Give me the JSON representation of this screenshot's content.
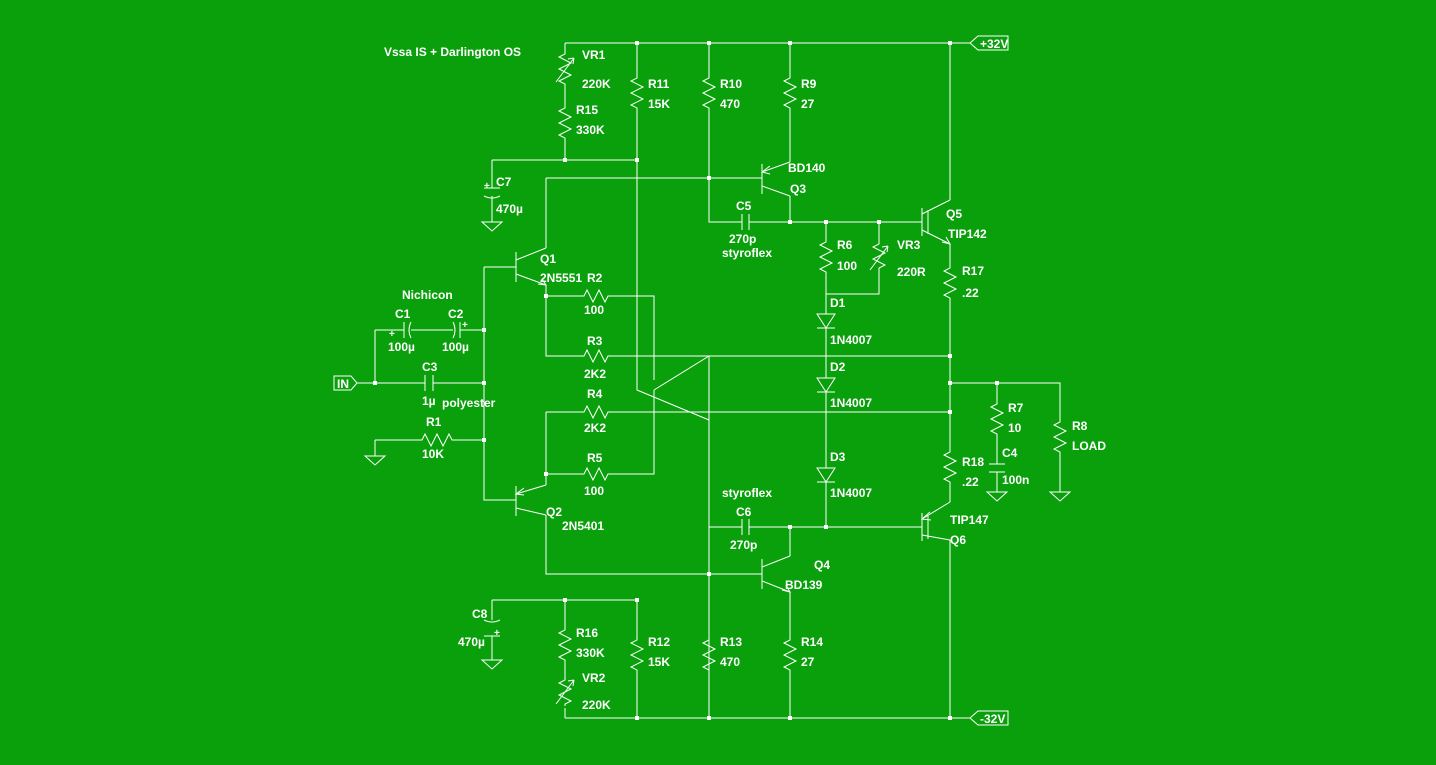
{
  "title": "Vssa IS + Darlington OS",
  "colors": {
    "background": "#0aa00c",
    "wire": "#ffffff",
    "text": "#ffffff"
  },
  "rails": {
    "positive": "+32V",
    "negative": "-32V",
    "input": "IN"
  },
  "notes": {
    "nichicon": "Nichicon",
    "polyester": "polyester",
    "styroflex_c5": "styroflex",
    "styroflex_c6": "styroflex"
  },
  "components": {
    "VR1": {
      "ref": "VR1",
      "value": "220K"
    },
    "R15": {
      "ref": "R15",
      "value": "330K"
    },
    "R11": {
      "ref": "R11",
      "value": "15K"
    },
    "R10": {
      "ref": "R10",
      "value": "470"
    },
    "R9": {
      "ref": "R9",
      "value": "27"
    },
    "C7": {
      "ref": "C7",
      "value": "470µ"
    },
    "Q3": {
      "ref": "Q3",
      "value": "BD140"
    },
    "C5": {
      "ref": "C5",
      "value": "270p"
    },
    "Q5": {
      "ref": "Q5",
      "value": "TIP142"
    },
    "R6": {
      "ref": "R6",
      "value": "100"
    },
    "VR3": {
      "ref": "VR3",
      "value": "220R"
    },
    "R17": {
      "ref": "R17",
      "value": ".22"
    },
    "Q1": {
      "ref": "Q1",
      "value": "2N5551"
    },
    "R2": {
      "ref": "R2",
      "value": "100"
    },
    "D1": {
      "ref": "D1",
      "value": "1N4007"
    },
    "C1": {
      "ref": "C1",
      "value": "100µ"
    },
    "C2": {
      "ref": "C2",
      "value": "100µ"
    },
    "R3": {
      "ref": "R3",
      "value": "2K2"
    },
    "C3": {
      "ref": "C3",
      "value": "1µ"
    },
    "D2": {
      "ref": "D2",
      "value": "1N4007"
    },
    "R4": {
      "ref": "R4",
      "value": "2K2"
    },
    "R7": {
      "ref": "R7",
      "value": "10"
    },
    "R1": {
      "ref": "R1",
      "value": "10K"
    },
    "R8": {
      "ref": "R8",
      "value": "LOAD"
    },
    "D3": {
      "ref": "D3",
      "value": "1N4007"
    },
    "R18": {
      "ref": "R18",
      "value": ".22"
    },
    "C4": {
      "ref": "C4",
      "value": "100n"
    },
    "R5": {
      "ref": "R5",
      "value": "100"
    },
    "Q2": {
      "ref": "Q2",
      "value": "2N5401"
    },
    "C6": {
      "ref": "C6",
      "value": "270p"
    },
    "Q6": {
      "ref": "Q6",
      "value": "TIP147"
    },
    "Q4": {
      "ref": "Q4",
      "value": "BD139"
    },
    "C8": {
      "ref": "C8",
      "value": "470µ"
    },
    "R16": {
      "ref": "R16",
      "value": "330K"
    },
    "R12": {
      "ref": "R12",
      "value": "15K"
    },
    "R13": {
      "ref": "R13",
      "value": "470"
    },
    "R14": {
      "ref": "R14",
      "value": "27"
    },
    "VR2": {
      "ref": "VR2",
      "value": "220K"
    }
  }
}
